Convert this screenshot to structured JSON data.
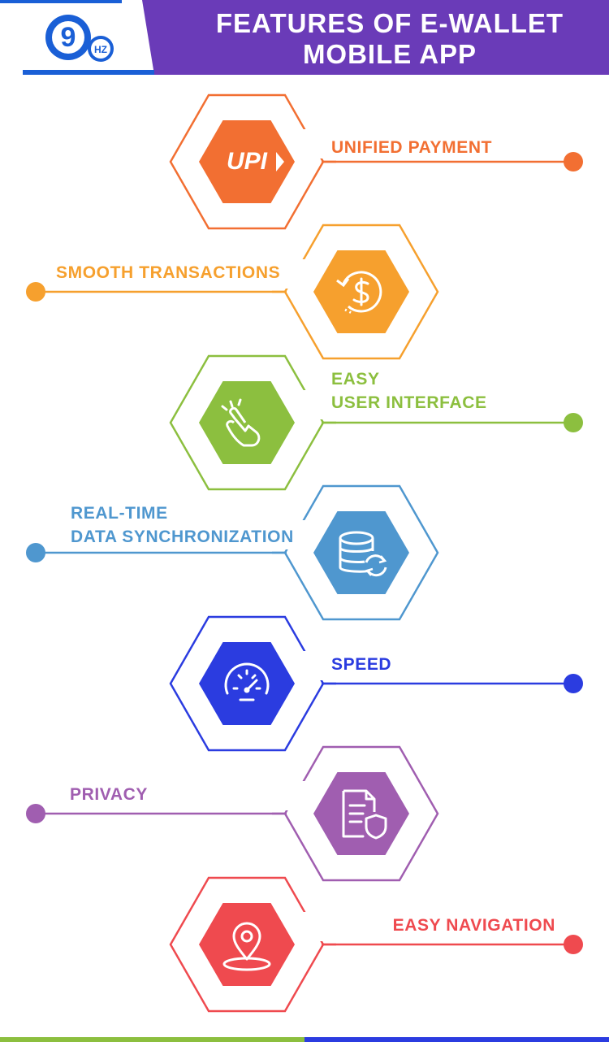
{
  "header": {
    "title_line1": "FEATURES OF E-WALLET",
    "title_line2": "MOBILE APP",
    "logo_text": "9",
    "logo_badge": "HZ",
    "background_color": "#6a3bb8"
  },
  "features": [
    {
      "title_line1": "UNIFIED PAYMENT",
      "title_line2": "",
      "icon": "upi-icon",
      "icon_text": "UPI",
      "color": "#f26f32"
    },
    {
      "title_line1": "SMOOTH TRANSACTIONS",
      "title_line2": "",
      "icon": "dollar-cycle-icon",
      "color": "#f6a02e"
    },
    {
      "title_line1": "EASY",
      "title_line2": "USER INTERFACE",
      "icon": "tap-hand-icon",
      "color": "#8cbf3f"
    },
    {
      "title_line1": "REAL-TIME",
      "title_line2": "DATA SYNCHRONIZATION",
      "icon": "database-sync-icon",
      "color": "#4f97cf"
    },
    {
      "title_line1": "SPEED",
      "title_line2": "",
      "icon": "speedometer-icon",
      "color": "#2b3ce0"
    },
    {
      "title_line1": "PRIVACY",
      "title_line2": "",
      "icon": "document-shield-icon",
      "color": "#a05eb0"
    },
    {
      "title_line1": "EASY NAVIGATION",
      "title_line2": "",
      "icon": "location-pin-icon",
      "color": "#ef4a4f"
    }
  ]
}
